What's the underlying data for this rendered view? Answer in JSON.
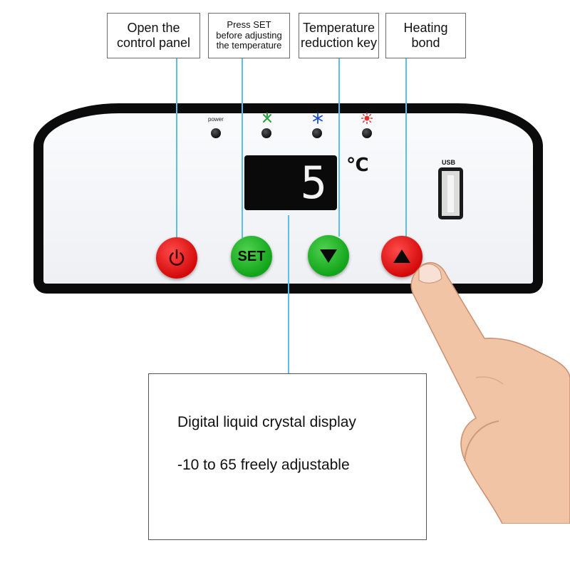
{
  "callouts": {
    "open_panel": [
      "Open the",
      "control panel"
    ],
    "press_set": [
      "Press SET",
      "before adjusting",
      "the temperature"
    ],
    "temp_reduction": [
      "Temperature",
      "reduction key"
    ],
    "heating": [
      "Heating",
      "bond"
    ]
  },
  "indicators": {
    "power_label": "power",
    "icons": [
      "power-led",
      "fan-icon",
      "snowflake-icon",
      "sun-icon"
    ]
  },
  "display": {
    "value": "5",
    "unit": "℃"
  },
  "usb_label": "USB",
  "buttons": {
    "power_icon": "power-icon",
    "set_label": "SET",
    "down_icon": "triangle-down-icon",
    "up_icon": "triangle-up-icon"
  },
  "colors": {
    "red_button": "#e01b1b",
    "green_button": "#1ea82a",
    "leader_line": "#57c1ec",
    "panel_border": "#0b0b0b"
  },
  "description": {
    "line1": "Digital liquid crystal display",
    "line2": "-10 to 65 freely adjustable"
  }
}
